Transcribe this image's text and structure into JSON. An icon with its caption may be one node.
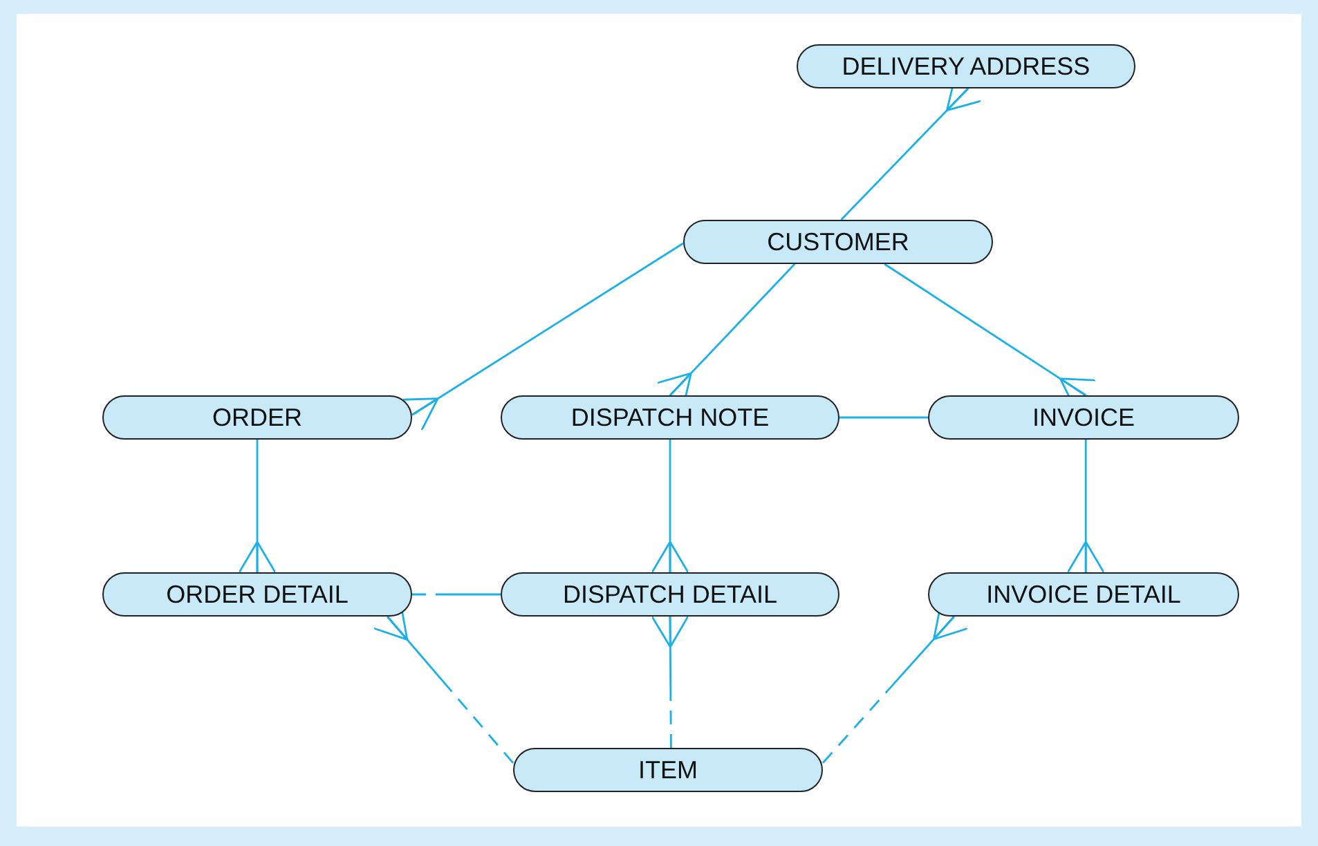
{
  "diagram": {
    "nodes": [
      {
        "text": [
          "DELIVERY ADDRESS"
        ]
      },
      {
        "text": [
          "CUSTOMER"
        ]
      },
      {
        "text": [
          "ORDER"
        ]
      },
      {
        "text": [
          "DISPATCH NOTE"
        ]
      },
      {
        "text": [
          "INVOICE"
        ]
      },
      {
        "text": [
          "ORDER DETAIL"
        ]
      },
      {
        "text": [
          "DISPATCH DETAIL"
        ]
      },
      {
        "text": [
          "INVOICE DETAIL"
        ]
      },
      {
        "text": [
          "ITEM"
        ]
      }
    ],
    "edges": [
      {
        "from": 1,
        "to": 0,
        "arrow": "other"
      },
      {
        "from": 1,
        "to": 2,
        "arrow": "other"
      },
      {
        "from": 1,
        "to": 3,
        "arrow": "other"
      },
      {
        "from": 1,
        "to": 4,
        "arrow": "other"
      },
      {
        "from": 3,
        "to": 4,
        "arrow": "none"
      },
      {
        "from": 2,
        "to": 5,
        "arrow": "other"
      },
      {
        "from": 3,
        "to": 6,
        "arrow": "other"
      },
      {
        "from": 4,
        "to": 7,
        "arrow": "other"
      },
      {
        "from": 5,
        "to": 6,
        "arrow": "none",
        "style": "dashed"
      },
      {
        "from": 8,
        "to": 5,
        "arrow": "other",
        "style": "dashed"
      },
      {
        "from": 8,
        "to": 6,
        "arrow": "other",
        "style": "dashed"
      },
      {
        "from": 8,
        "to": 7,
        "arrow": "other",
        "style": "dashed"
      }
    ]
  }
}
